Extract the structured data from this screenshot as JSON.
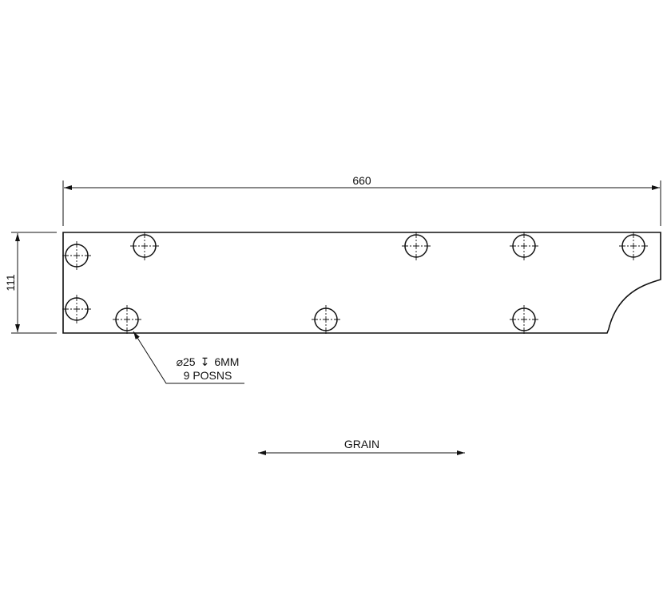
{
  "drawing": {
    "overall_length": "660",
    "overall_height": "111",
    "hole_callout": {
      "diameter_symbol": "⌀",
      "diameter": "25",
      "depth_symbol": "↧",
      "depth": "6MM",
      "quantity": "9 POSNS"
    },
    "grain_label": "GRAIN",
    "line_color": "#111111"
  }
}
